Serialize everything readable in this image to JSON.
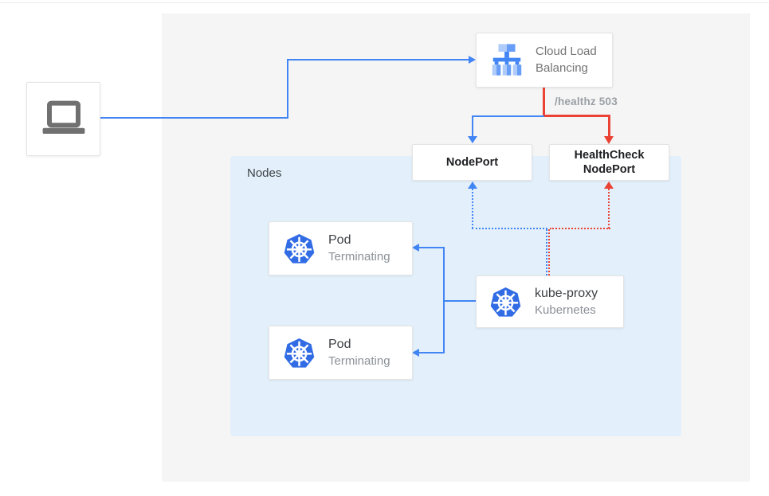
{
  "diagram": {
    "title_context": "Kubernetes external traffic via Cloud Load Balancing with terminating pods",
    "colors": {
      "traffic_blue": "#4285f4",
      "healthcheck_red": "#ea4335",
      "kubernetes_blue": "#326ce5",
      "panel_gray": "#f5f5f5",
      "nodes_bg": "#e3f0fb",
      "gray_text": "#757575",
      "subtle_text": "#8b9197",
      "dark_text": "#202124"
    },
    "client": {
      "icon": "laptop-icon"
    },
    "load_balancer": {
      "icon": "load-balancer-icon",
      "label_line1": "Cloud Load",
      "label_line2": "Balancing"
    },
    "edge_label": "/healthz 503",
    "nodes_group": {
      "label": "Nodes"
    },
    "nodeport": {
      "label": "NodePort"
    },
    "healthcheck_nodeport": {
      "label_line1": "HealthCheck",
      "label_line2": "NodePort"
    },
    "pods": [
      {
        "title": "Pod",
        "subtitle": "Terminating",
        "icon": "kubernetes-icon"
      },
      {
        "title": "Pod",
        "subtitle": "Terminating",
        "icon": "kubernetes-icon"
      }
    ],
    "kube_proxy": {
      "title": "kube-proxy",
      "subtitle": "Kubernetes",
      "icon": "kubernetes-icon"
    }
  }
}
